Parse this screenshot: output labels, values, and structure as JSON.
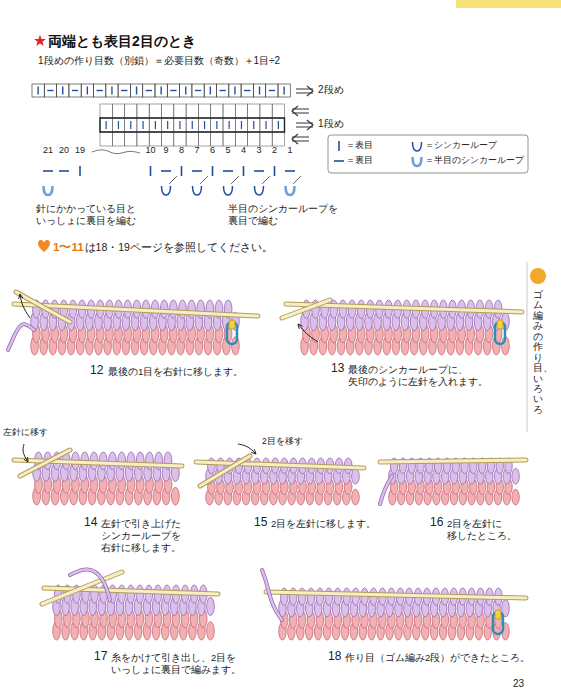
{
  "diagram": {
    "title": "両端とも表目2目のとき",
    "labels": [
      "1段めの作り目数（別鎖）＝必要目数（奇数）＋1目÷2",
      "2段め",
      "1段め",
      "21",
      "20",
      "19",
      "10",
      "9",
      "8",
      "7",
      "6",
      "5",
      "4",
      "3",
      "2",
      "1",
      "針にかかっている目と いっしょに裏目を編む",
      "半目のシンカーループを 裏目で編む",
      "1〜11",
      "は18・19ページを参照してください。",
      "12",
      "最後の1目を右針に移します。",
      "13",
      "最後のシンカーループに、 矢印のように左針を入れます。",
      "左針に移す",
      "14",
      "左針で引き上げた シンカーループを 右針に移します。",
      "2目を移す",
      "15",
      "2目を左針に移します。",
      "16",
      "2目を左針に 移したところ。",
      "17",
      "糸をかけて引き出し、2目を いっしょに裏目で編みます。",
      "18",
      "作り目（ゴム編み2段）ができたところ。",
      "23",
      "ゴム編みの作り目、いろいろ"
    ],
    "legend": [
      {
        "text": "＝表目"
      },
      {
        "text": "＝シンカーループ"
      },
      {
        "text": "＝裏目"
      },
      {
        "text": "＝半目のシンカーループ"
      }
    ]
  }
}
